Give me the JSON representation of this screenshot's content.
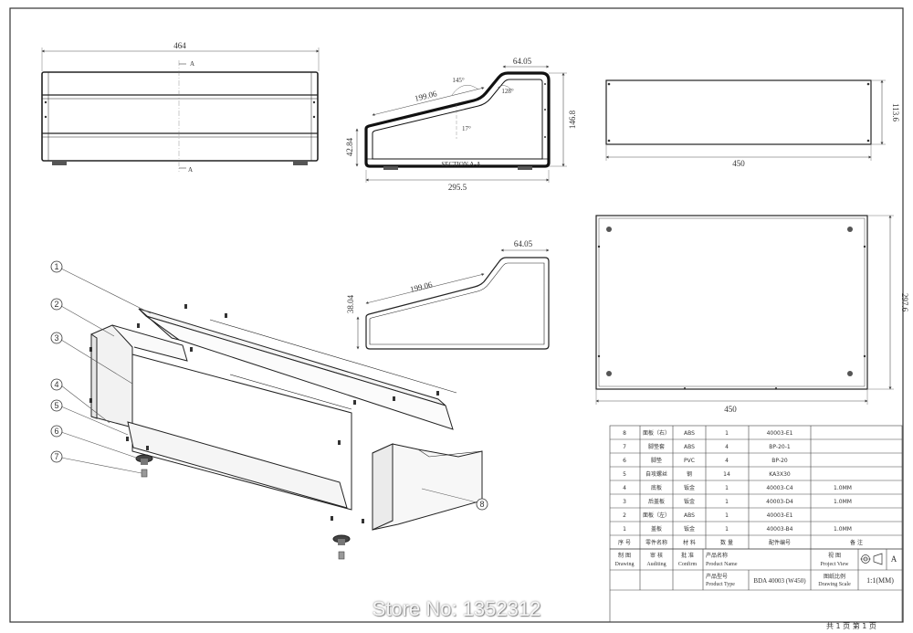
{
  "views": {
    "front": {
      "width_dim": "464",
      "section_mark": "A"
    },
    "section": {
      "dim_top": "64.05",
      "dim_slope": "199.06",
      "dim_height": "146.8",
      "dim_left": "42.84",
      "dim_base": "295.5",
      "angle_a": "145°",
      "angle_b": "128°",
      "angle_c": "17°",
      "label": "SECTION A-A"
    },
    "top": {
      "width_dim": "450",
      "height_dim": "113.6"
    },
    "side_profile": {
      "dim_top": "64.05",
      "dim_slope": "199.06",
      "dim_left": "38.04"
    },
    "bottom_plate": {
      "width_dim": "450",
      "height_dim": "297.6"
    }
  },
  "callouts": [
    "1",
    "2",
    "3",
    "4",
    "5",
    "6",
    "7",
    "8"
  ],
  "bom": {
    "rows": [
      {
        "no": "8",
        "name": "面板（右）",
        "material": "ABS",
        "qty": "1",
        "code": "40003-E1",
        "note": ""
      },
      {
        "no": "7",
        "name": "脚垫套",
        "material": "ABS",
        "qty": "4",
        "code": "BP-20-1",
        "note": ""
      },
      {
        "no": "6",
        "name": "脚垫",
        "material": "PVC",
        "qty": "4",
        "code": "BP-20",
        "note": ""
      },
      {
        "no": "5",
        "name": "自攻螺丝",
        "material": "钢",
        "qty": "14",
        "code": "KA3X30",
        "note": ""
      },
      {
        "no": "4",
        "name": "底板",
        "material": "钣金",
        "qty": "1",
        "code": "40003-C4",
        "note": "1.0MM"
      },
      {
        "no": "3",
        "name": "后盖板",
        "material": "钣金",
        "qty": "1",
        "code": "40003-D4",
        "note": "1.0MM"
      },
      {
        "no": "2",
        "name": "面板（左）",
        "material": "ABS",
        "qty": "1",
        "code": "40003-E1",
        "note": ""
      },
      {
        "no": "1",
        "name": "盖板",
        "material": "钣金",
        "qty": "1",
        "code": "40003-B4",
        "note": "1.0MM"
      }
    ],
    "headers": {
      "no": "序 号",
      "name": "零件名称",
      "material": "材 料",
      "qty": "数 量",
      "code": "配件编号",
      "note": "备 注"
    }
  },
  "title_block": {
    "drawing_cn": "制 图",
    "drawing_en": "Drawing",
    "auditing_cn": "审 核",
    "auditing_en": "Auditing",
    "confirm_cn": "批 准",
    "confirm_en": "Confirm",
    "product_name_cn": "产品名称",
    "product_name_en": "Product Name",
    "project_view_cn": "视 图",
    "project_view_en": "Project View",
    "view_letter": "A",
    "product_type_cn": "产品型号",
    "product_type_en": "Product Type",
    "product_type_value": "BDA 40003 (W450)",
    "scale_cn": "图纸比例",
    "scale_en": "Drawing Scale",
    "scale_value": "1:1(MM)"
  },
  "sheet_count": "共 1 页    第 1 页",
  "watermark": "Store No: 1352312"
}
